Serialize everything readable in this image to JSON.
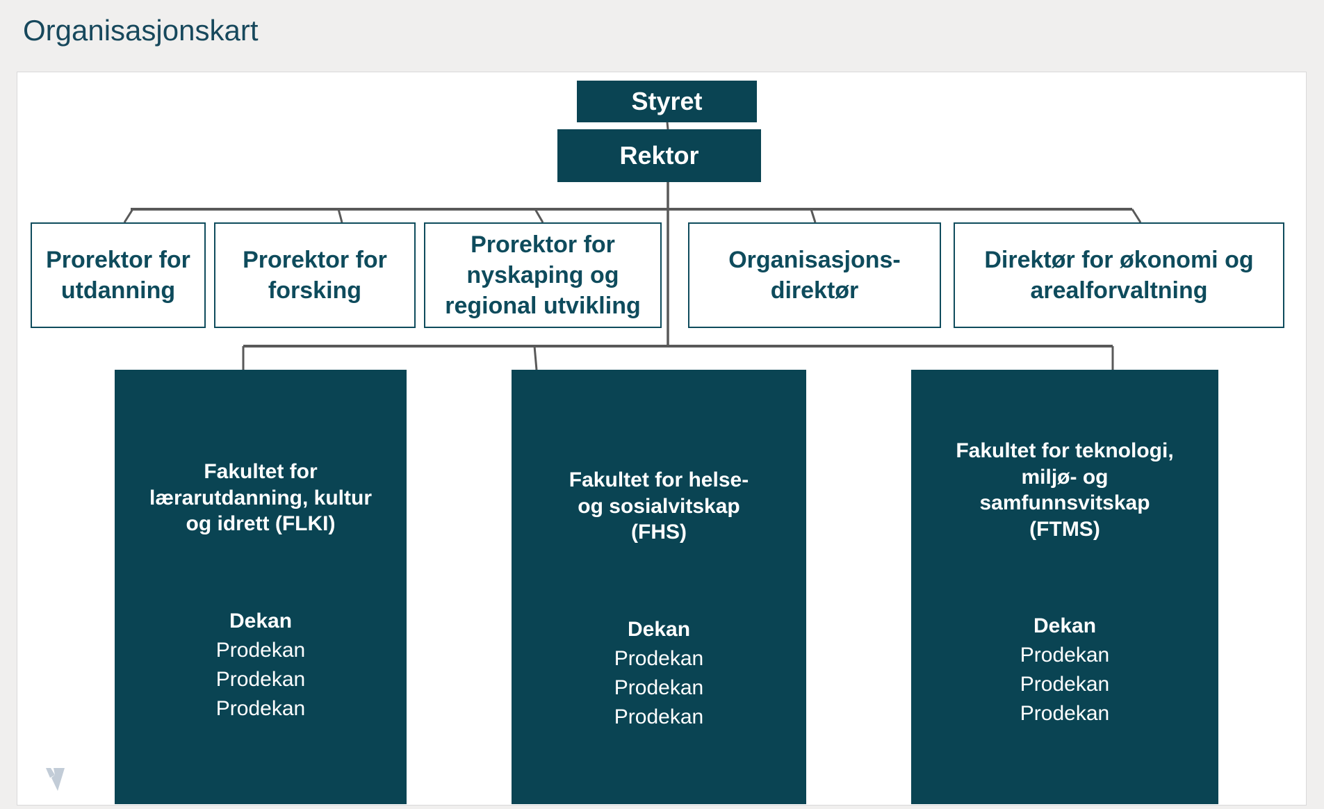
{
  "page": {
    "title": "Organisasjonskart"
  },
  "colors": {
    "page_bg": "#f0efee",
    "panel_bg": "#ffffff",
    "panel_border": "#d9d9d9",
    "teal_fill": "#0a4453",
    "teal_border": "#0e4b5c",
    "teal_text": "#0e4b5c",
    "title_text": "#17485c",
    "line_gray": "#595959",
    "white_text": "#ffffff",
    "logo_gray": "#c2ccd7"
  },
  "org": {
    "board": {
      "label": "Styret"
    },
    "rector": {
      "label": "Rektor"
    },
    "level2": [
      {
        "id": "prorektor-utdanning",
        "lines": [
          "Prorektor for",
          "utdanning"
        ]
      },
      {
        "id": "prorektor-forsking",
        "lines": [
          "Prorektor for",
          "forsking"
        ]
      },
      {
        "id": "prorektor-nyskaping",
        "lines": [
          "Prorektor for",
          "nyskaping og",
          "regional utvikling"
        ]
      },
      {
        "id": "organisasjonsdirektor",
        "lines": [
          "Organisasjons-",
          "direktør"
        ]
      },
      {
        "id": "direktor-okonomi",
        "lines": [
          "Direktør for økonomi og",
          "arealforvaltning"
        ]
      }
    ],
    "faculties": [
      {
        "id": "flki",
        "title_lines": [
          "Fakultet for",
          "lærarutdanning, kultur",
          "og idrett (FLKI)"
        ],
        "leader": "Dekan",
        "deputies": [
          "Prodekan",
          "Prodekan",
          "Prodekan"
        ]
      },
      {
        "id": "fhs",
        "title_lines": [
          "Fakultet for helse-",
          "og sosialvitskap",
          "(FHS)"
        ],
        "leader": "Dekan",
        "deputies": [
          "Prodekan",
          "Prodekan",
          "Prodekan"
        ]
      },
      {
        "id": "ftms",
        "title_lines": [
          "Fakultet for teknologi,",
          "miljø- og",
          "samfunnsvitskap",
          "(FTMS)"
        ],
        "leader": "Dekan",
        "deputies": [
          "Prodekan",
          "Prodekan",
          "Prodekan"
        ]
      }
    ]
  },
  "logo": {
    "name": "hvl-v-logo-mark"
  }
}
